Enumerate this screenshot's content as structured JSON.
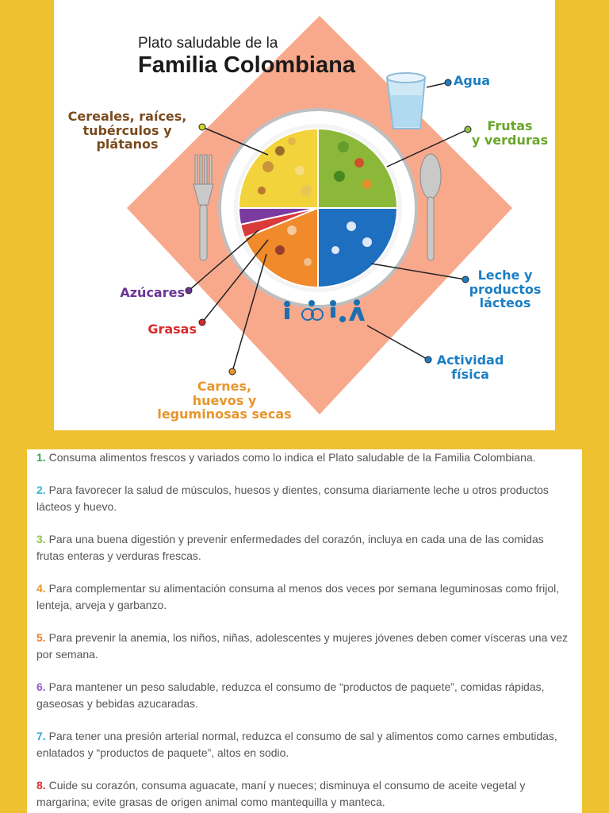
{
  "infographic": {
    "title_line1": "Plato saludable de la",
    "title_line2": "Familia Colombiana",
    "labels": {
      "cereales": "Cereales, raíces,\ntubérculos y\nplátanos",
      "agua": "Agua",
      "frutas": "Frutas\ny verduras",
      "leche": "Leche y\nproductos\nlácteos",
      "azucares": "Azúcares",
      "grasas": "Grasas",
      "carnes": "Carnes,\nhuevos y\nleguminosas secas",
      "actividad": "Actividad\nfísica"
    },
    "colors": {
      "diamond": "#F8A98C",
      "cereales": "#F2D33B",
      "frutas": "#8CB83A",
      "leche": "#1E6FC0",
      "carnes": "#F08A2A",
      "grasas": "#D93B3B",
      "azucares": "#7A3AA0",
      "label_brown": "#7A4B1E",
      "label_green": "#6AA62A",
      "label_blue": "#1C7FC4",
      "label_purple": "#6B3494",
      "label_red": "#D92B2B",
      "label_orange": "#E7952C"
    }
  },
  "tips": [
    {
      "num": "1.",
      "color": "#2FA84F",
      "text": "Consuma alimentos frescos y variados como lo indica el Plato saludable de la Familia Colombiana."
    },
    {
      "num": "2.",
      "color": "#39B5D0",
      "text": "Para favorecer la salud de músculos, huesos y dientes, consuma diariamente leche u otros productos lácteos y huevo."
    },
    {
      "num": "3.",
      "color": "#8DC63F",
      "text": "Para una buena digestión y prevenir enfermedades del corazón, incluya en cada una de las comidas frutas enteras y verduras frescas."
    },
    {
      "num": "4.",
      "color": "#E7952C",
      "text": "Para complementar su alimentación consuma al menos dos veces por semana leguminosas como frijol, lenteja, arveja y garbanzo."
    },
    {
      "num": "5.",
      "color": "#F07A2A",
      "text": "Para prevenir la anemia, los niños, niñas, adolescentes y mujeres jóvenes deben comer vísceras una vez por semana."
    },
    {
      "num": "6.",
      "color": "#8E5CC9",
      "text": "Para mantener un peso saludable, reduzca el consumo de “productos de paquete”, comidas rápidas, gaseosas y bebidas azucaradas."
    },
    {
      "num": "7.",
      "color": "#2FA8D8",
      "text": "Para tener una presión arterial normal, reduzca el consumo de sal y alimentos como carnes embutidas, enlatados y “productos de paquete”, altos en sodio."
    },
    {
      "num": "8.",
      "color": "#E0312F",
      "text": "Cuide su corazón, consuma aguacate, maní y nueces; disminuya el consumo de aceite vegetal y margarina; evite grasas de origen animal como mantequilla y manteca."
    }
  ]
}
